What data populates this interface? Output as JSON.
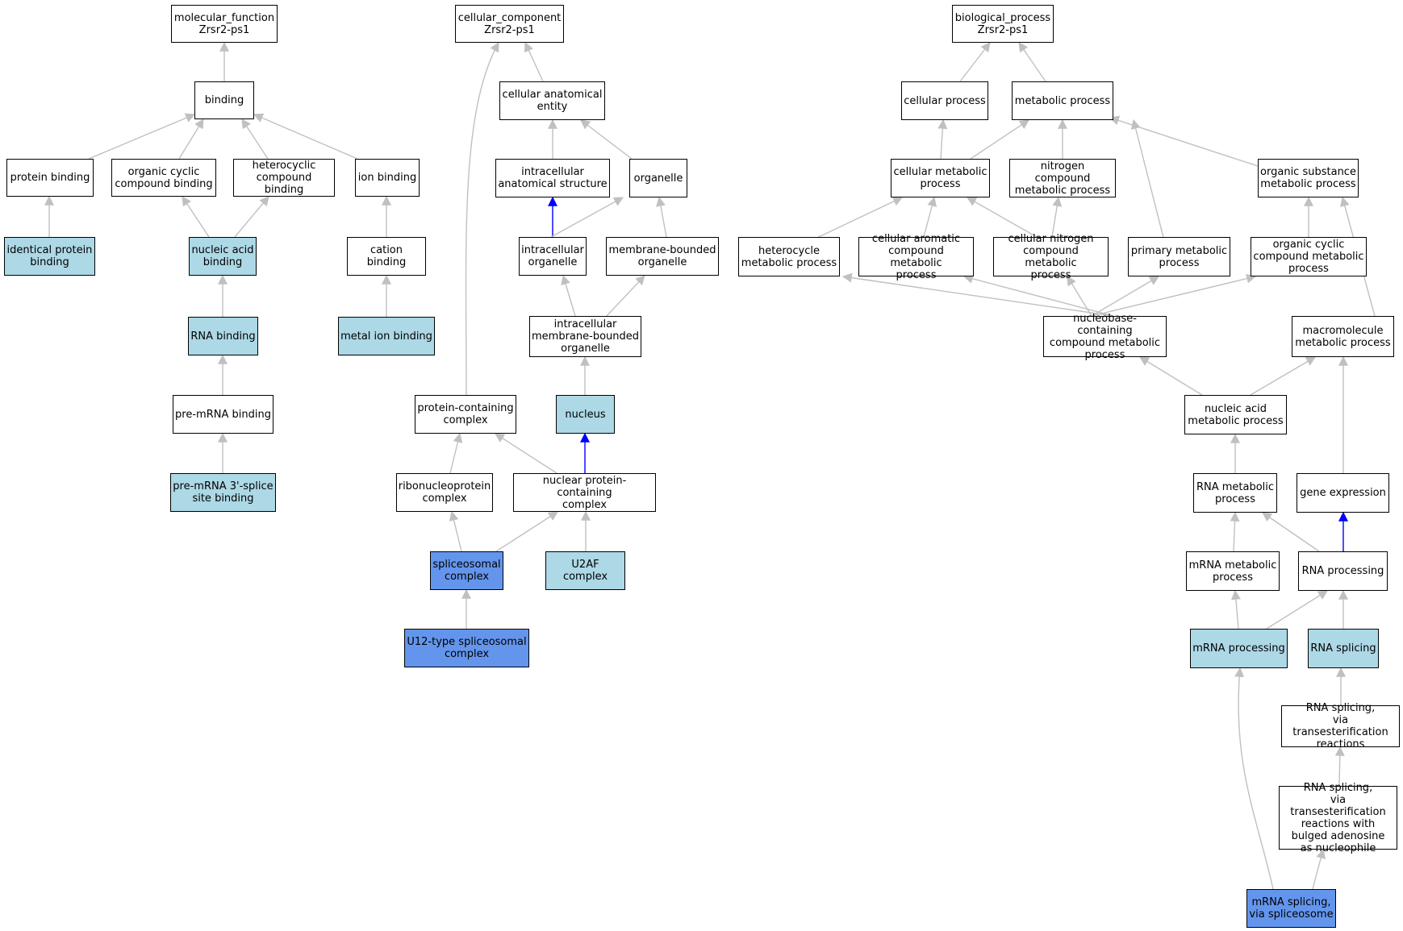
{
  "colors": {
    "edge_gray": "#c0c0c0",
    "edge_blue": "#0000ff",
    "highlight_light": "#add8e6",
    "highlight_blue": "#6495ed"
  },
  "nodes": {
    "mf_root": "molecular_function\nZrsr2-ps1",
    "binding": "binding",
    "protein_binding": "protein binding",
    "organic_cyclic_binding": "organic cyclic\ncompound binding",
    "heterocyclic_binding": "heterocyclic\ncompound binding",
    "ion_binding": "ion binding",
    "identical_protein_binding": "identical protein\nbinding",
    "nucleic_acid_binding": "nucleic acid\nbinding",
    "cation_binding": "cation binding",
    "rna_binding": "RNA binding",
    "metal_ion_binding": "metal ion binding",
    "pre_mrna_binding": "pre-mRNA binding",
    "pre_mrna_3_splice": "pre-mRNA 3'-splice\nsite binding",
    "cc_root": "cellular_component\nZrsr2-ps1",
    "cellular_anatomical_entity": "cellular anatomical\nentity",
    "intracellular_anatomical_structure": "intracellular\nanatomical structure",
    "organelle": "organelle",
    "intracellular_organelle": "intracellular\norganelle",
    "membrane_bounded_organelle": "membrane-bounded\norganelle",
    "intracellular_membrane_bounded_organelle": "intracellular\nmembrane-bounded\norganelle",
    "protein_containing_complex": "protein-containing\ncomplex",
    "nucleus": "nucleus",
    "ribonucleoprotein_complex": "ribonucleoprotein\ncomplex",
    "nuclear_protein_containing_complex": "nuclear protein-containing\ncomplex",
    "spliceosomal_complex": "spliceosomal\ncomplex",
    "u2af_complex": "U2AF complex",
    "u12_spliceosomal_complex": "U12-type spliceosomal\ncomplex",
    "bp_root": "biological_process\nZrsr2-ps1",
    "cellular_process": "cellular process",
    "metabolic_process": "metabolic process",
    "cellular_metabolic_process": "cellular metabolic\nprocess",
    "nitrogen_compound_metabolic_process": "nitrogen compound\nmetabolic process",
    "organic_substance_metabolic_process": "organic substance\nmetabolic process",
    "heterocycle_metabolic_process": "heterocycle\nmetabolic process",
    "cellular_aromatic_compound_metabolic_process": "cellular aromatic\ncompound metabolic\nprocess",
    "cellular_nitrogen_compound_metabolic_process": "cellular nitrogen\ncompound metabolic\nprocess",
    "primary_metabolic_process": "primary metabolic\nprocess",
    "organic_cyclic_compound_metabolic_process": "organic cyclic\ncompound metabolic\nprocess",
    "nucleobase_containing_compound_metabolic_process": "nucleobase-containing\ncompound metabolic\nprocess",
    "macromolecule_metabolic_process": "macromolecule\nmetabolic process",
    "nucleic_acid_metabolic_process": "nucleic acid\nmetabolic process",
    "rna_metabolic_process": "RNA metabolic\nprocess",
    "gene_expression": "gene expression",
    "mrna_metabolic_process": "mRNA metabolic\nprocess",
    "rna_processing": "RNA processing",
    "mrna_processing": "mRNA processing",
    "rna_splicing": "RNA splicing",
    "rna_splicing_transesterification": "RNA splicing,\nvia transesterification\nreactions",
    "rna_splicing_bulged_adenosine": "RNA splicing,\nvia transesterification\nreactions with\nbulged adenosine\nas nucleophile",
    "mrna_splicing_spliceosome": "mRNA splicing,\nvia spliceosome"
  }
}
